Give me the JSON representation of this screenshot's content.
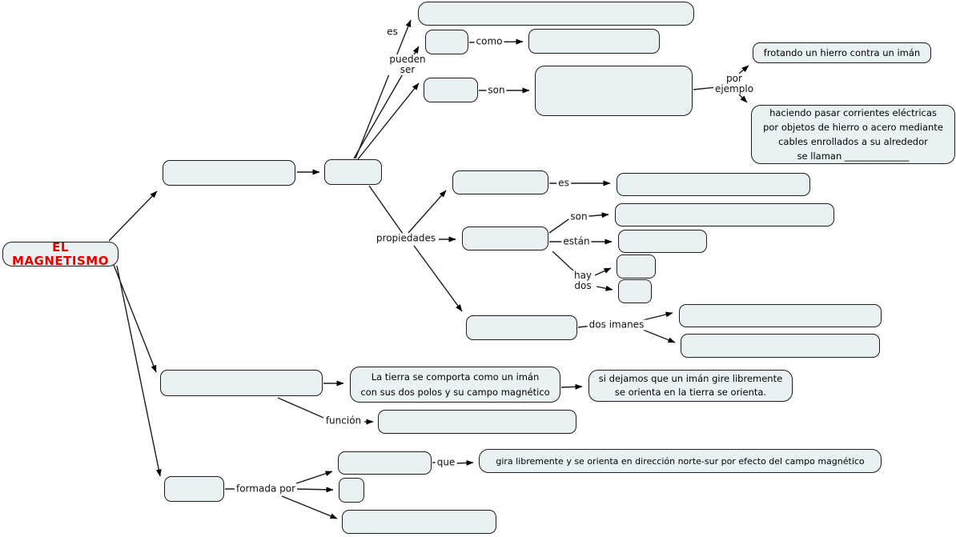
{
  "map": {
    "root_label": "EL MAGNETISMO",
    "labels": {
      "es_top": "es",
      "pueden_ser": "pueden\nser",
      "como": "como",
      "son_top": "son",
      "por_ejemplo": "por\nejemplo",
      "propiedades": "propiedades",
      "es_prop": "es",
      "son_prop": "son",
      "estan": "están",
      "hay_dos": "hay\ndos",
      "dos_imanes": "dos imanes",
      "funcion": "función",
      "formada_por": "formada por",
      "que": "que"
    },
    "nodes": {
      "branch1_box": "",
      "branch1_node": "",
      "top_wide": "",
      "como_src": "",
      "como_tgt": "",
      "son_src": "",
      "son_tgt": "",
      "ejemplo1": "frotando un hierro contra un imán",
      "ejemplo2": "haciendo pasar corrientes eléctricas\npor objetos de hierro o acero mediante\ncables enrollados a su alrededor\nse llaman ______________",
      "prop1": "",
      "prop1_es_tgt": "",
      "prop2": "",
      "prop2_son_tgt": "",
      "prop2_estan_tgt": "",
      "hay_box1": "",
      "hay_box2": "",
      "prop3": "",
      "dos_imanes_tgt1": "",
      "dos_imanes_tgt2": "",
      "tierra_src": "",
      "tierra": "La tierra se comporta como un imán\ncon sus dos polos y su campo magnético",
      "si_dejamos": "si dejamos que un imán gire libremente\nse orienta en la tierra se orienta.",
      "funcion_tgt": "",
      "bottom_src": "",
      "aguja_box": "",
      "small_box": "",
      "bottom_box3": "",
      "gira": "gira libremente y se orienta en dirección norte-sur por efecto del campo magnético"
    },
    "colors": {
      "node_fill": "#eaf1f2",
      "node_border": "#1c1c1c",
      "root_text": "#e60000",
      "line": "#1c1c1c",
      "background": "#ffffff"
    }
  }
}
